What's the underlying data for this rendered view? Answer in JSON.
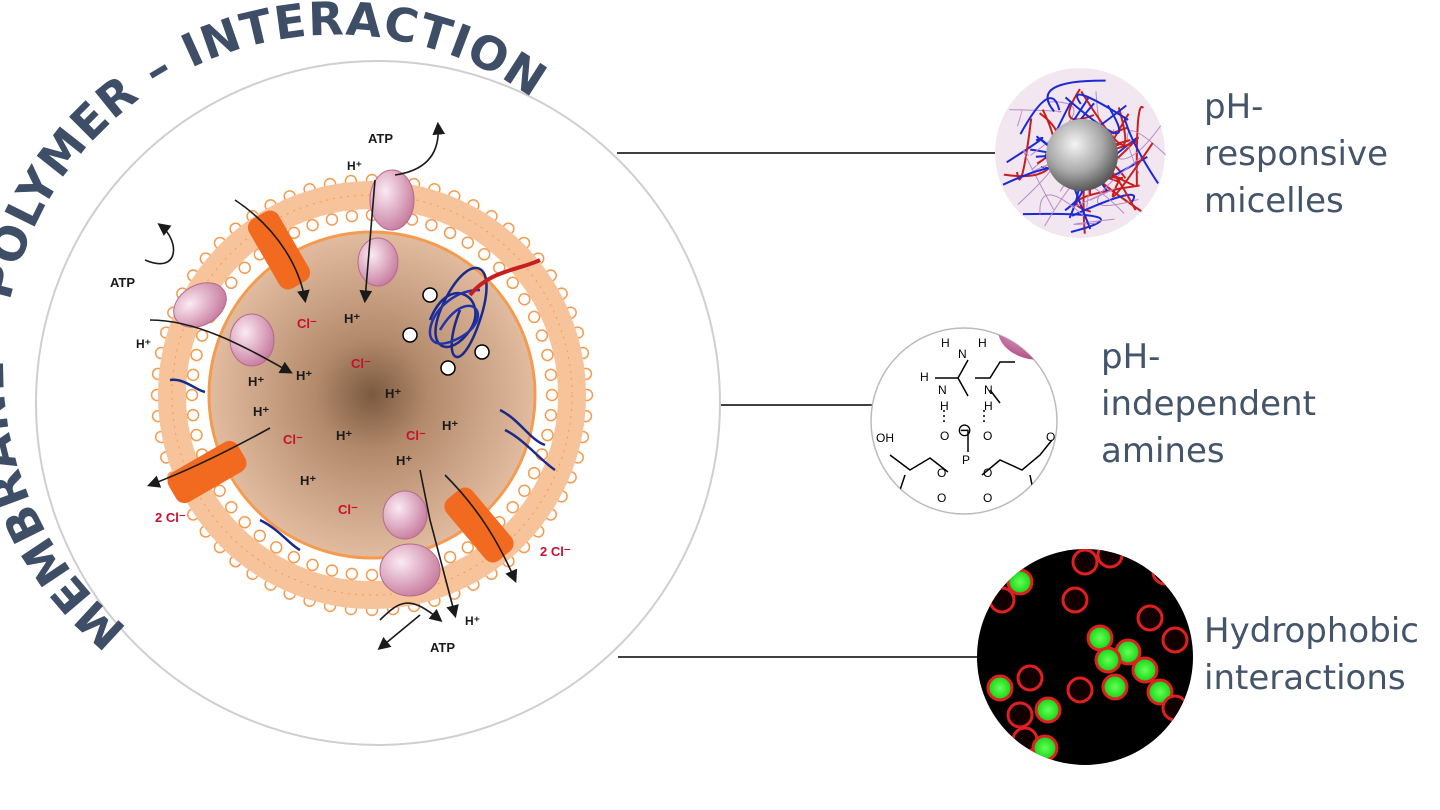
{
  "title_arc": "MEMBRANE – POLYMER – INTERACTION",
  "cell": {
    "atp_label": "ATP",
    "proton_label": "H⁺",
    "chloride_label": "Cl⁻",
    "two_chloride_label": "2 Cl⁻"
  },
  "panels": {
    "micelles_label": "pH-\nresponsive\nmicelles",
    "amines_label": "pH-\nindependent\namines",
    "hydrophobic_label": "Hydrophobic\ninteractions"
  },
  "chem": {
    "plus_sign": "⊕",
    "minus_sign": "⊖",
    "H": "H",
    "N": "N",
    "O": "O",
    "P": "P",
    "OH": "OH"
  },
  "colors": {
    "title_text": "#3d4e66",
    "label_text": "#44546a",
    "membrane": "#f59b4f",
    "lumen": "#d4a88a",
    "channel": "#f26a1f",
    "pump": "#e8b0c8",
    "chloride_text": "#c8102e",
    "polymer_blue": "#1a2a8a",
    "dna_red": "#c81e1e",
    "fluor_green": "#33ff33",
    "fluor_red": "#e02020"
  }
}
